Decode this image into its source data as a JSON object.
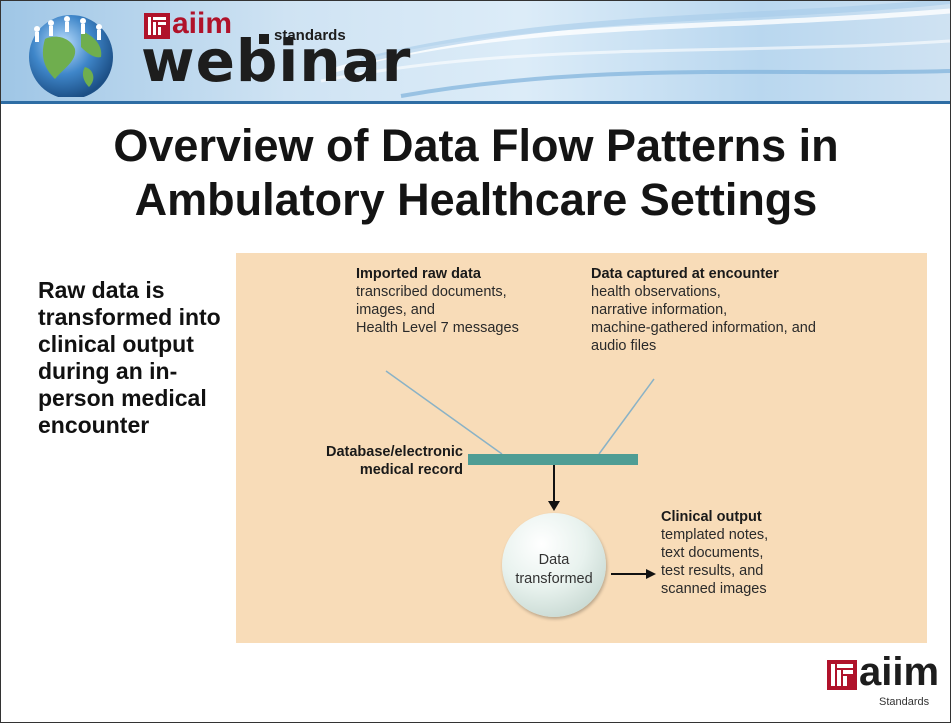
{
  "header": {
    "brand_small": "aiim",
    "brand_standards": "standards",
    "brand_webinar": "webinar"
  },
  "slide": {
    "title_line1": "Overview of Data Flow Patterns in",
    "title_line2": "Ambulatory Healthcare Settings",
    "left_text": "Raw data is transformed into clinical output during an in-person medical encounter"
  },
  "diagram": {
    "imported": {
      "heading": "Imported raw data",
      "lines": [
        "transcribed documents,",
        "images, and",
        "Health Level 7 messages"
      ]
    },
    "captured": {
      "heading": "Data captured at encounter",
      "lines": [
        "health observations,",
        "narrative information,",
        "machine-gathered information, and",
        "audio files"
      ]
    },
    "database": {
      "lines": [
        "Database/electronic",
        "medical record"
      ]
    },
    "transformed": {
      "lines": [
        "Data",
        "transformed"
      ]
    },
    "output": {
      "heading": "Clinical output",
      "lines": [
        "templated notes,",
        "text documents,",
        "test results, and",
        "scanned images"
      ]
    }
  },
  "footer_logo": {
    "word": "aiim",
    "sub": "Standards"
  },
  "colors": {
    "banner_rule": "#2e6da4",
    "brand_red": "#b0122a",
    "panel_bg": "#f8dcb8",
    "bar": "#4f9d94"
  }
}
